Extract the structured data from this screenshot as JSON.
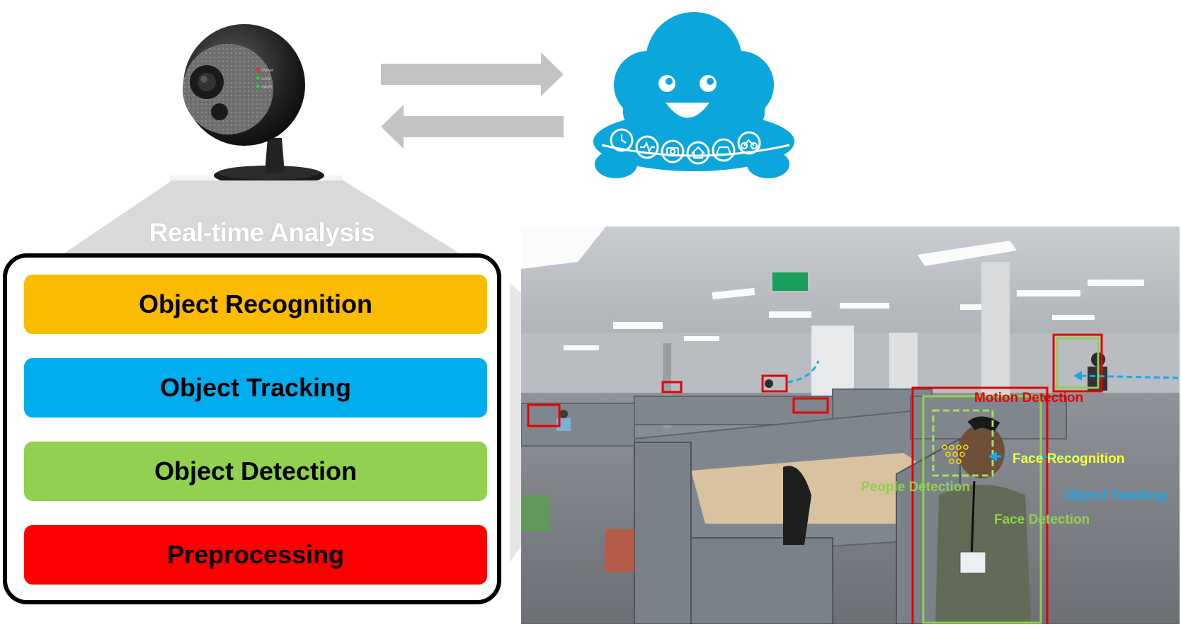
{
  "analysis": {
    "title": "Real-time Analysis"
  },
  "layers": [
    {
      "label": "Object Recognition",
      "color": "#fbbb00"
    },
    {
      "label": "Object Tracking",
      "color": "#00adef"
    },
    {
      "label": "Object Detection",
      "color": "#92d050"
    },
    {
      "label": "Preprocessing",
      "color": "#ff0000"
    }
  ],
  "camera": {
    "leds": [
      "Power",
      "LAN",
      "Wi-Fi"
    ]
  },
  "cloud": {
    "color": "#0aa6dc",
    "icons": [
      "clock-icon",
      "heart-rate-icon",
      "camera-icon",
      "home-icon",
      "car-icon",
      "bicycle-icon"
    ]
  },
  "scene": {
    "labels": {
      "motion": "Motion Detection",
      "face_recognition": "Face Recognition",
      "people_detection": "People Detection",
      "object_tracking": "Object Tracking",
      "face_detection": "Face Detection"
    }
  }
}
